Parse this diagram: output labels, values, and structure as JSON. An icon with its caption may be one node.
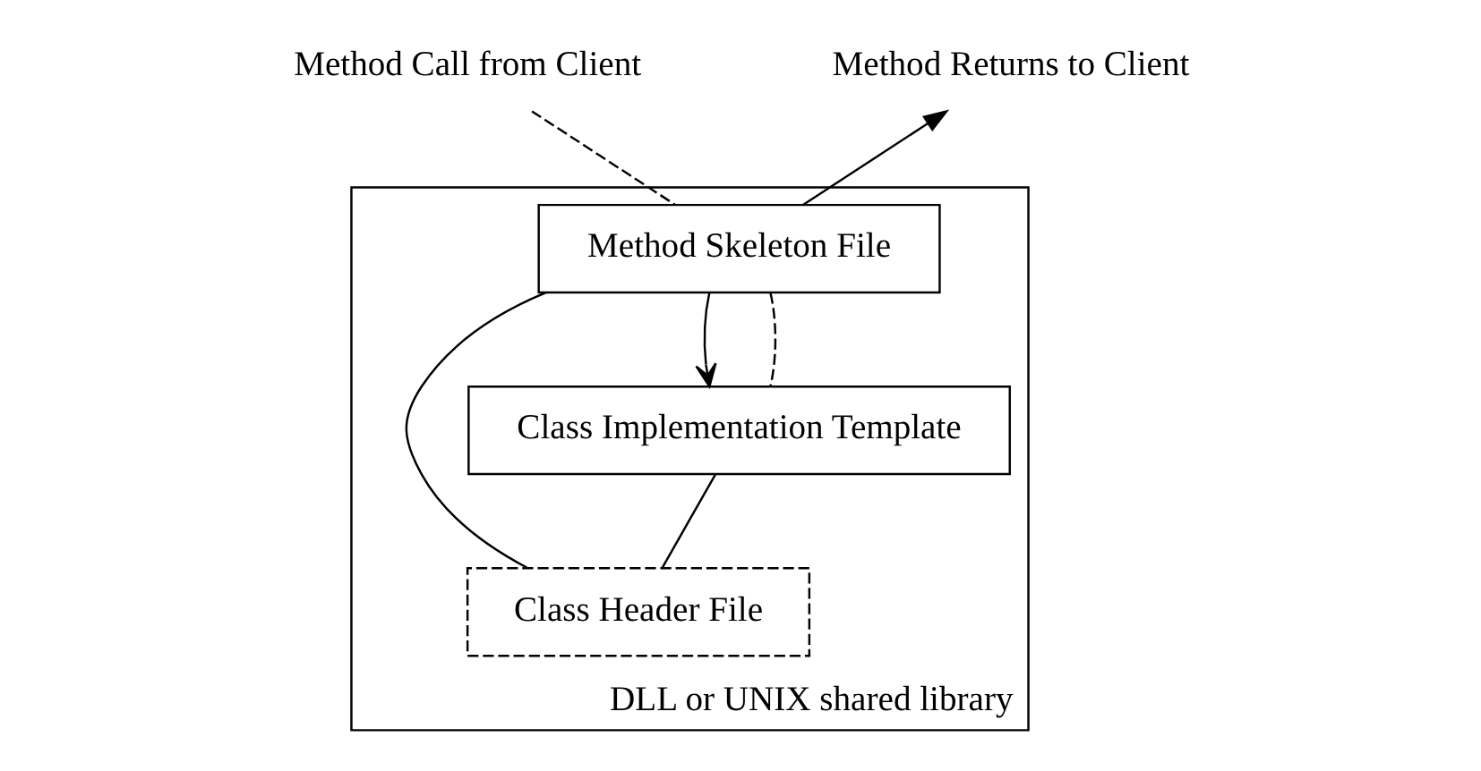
{
  "diagram": {
    "nodes": [
      {
        "text": [
          "Method Call from Client"
        ]
      },
      {
        "text": [
          "Method Returns to Client"
        ]
      },
      {
        "text": [
          "DLL or UNIX shared library"
        ]
      },
      {
        "text": [
          "Method Skeleton File"
        ],
        "in": 2
      },
      {
        "text": [
          "Class Header File"
        ],
        "in": 2
      },
      {
        "text": [
          "Class Implementation Template"
        ],
        "in": 2
      }
    ],
    "edges": [
      {
        "from": 0,
        "to": 3,
        "arrow": "none",
        "style": "dashed"
      },
      {
        "from": 3,
        "to": 1,
        "arrow": "to"
      },
      {
        "from": 3,
        "to": 5,
        "arrow": "to"
      },
      {
        "from": 5,
        "to": 3,
        "arrow": "none",
        "style": "dashed"
      },
      {
        "from": 3,
        "to": 4,
        "arrow": "none"
      },
      {
        "from": 5,
        "to": 4,
        "arrow": "none"
      }
    ]
  }
}
